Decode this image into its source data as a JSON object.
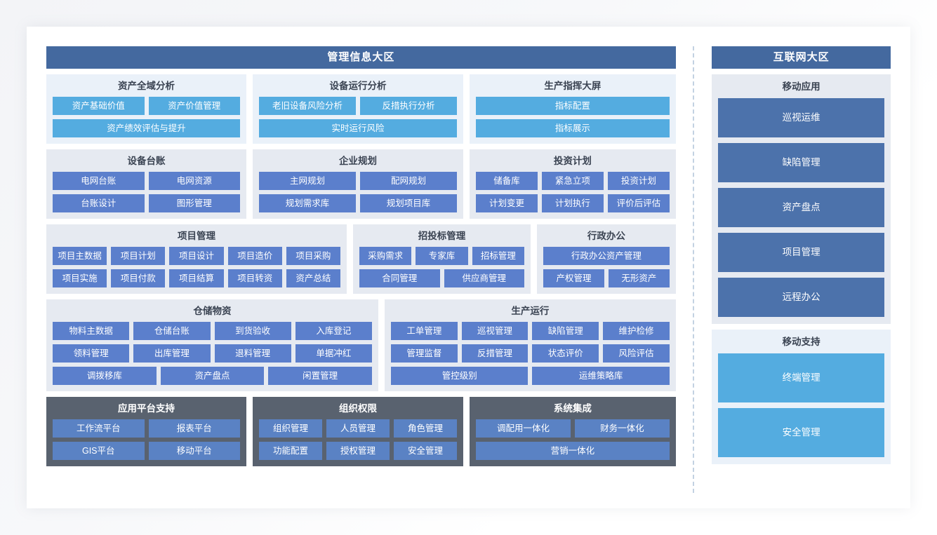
{
  "zones": {
    "left": {
      "banner": "管理信息大区",
      "groups": [
        {
          "name": "资产全域分析",
          "style": "tint",
          "rows": [
            [
              "资产基础价值",
              "资产价值管理"
            ],
            [
              "资产绩效评估与提升"
            ]
          ],
          "tile_color": "cyan"
        },
        {
          "name": "设备运行分析",
          "style": "tint",
          "rows": [
            [
              "老旧设备风险分析",
              "反措执行分析"
            ],
            [
              "实时运行风险"
            ]
          ],
          "tile_color": "cyan"
        },
        {
          "name": "生产指挥大屏",
          "style": "tint",
          "rows": [
            [
              "指标配置"
            ],
            [
              "指标展示"
            ]
          ],
          "tile_color": "cyan"
        },
        {
          "name": "设备台账",
          "style": "gray",
          "rows": [
            [
              "电网台账",
              "电网资源"
            ],
            [
              "台账设计",
              "图形管理"
            ]
          ],
          "tile_color": "blue"
        },
        {
          "name": "企业规划",
          "style": "gray",
          "rows": [
            [
              "主网规划",
              "配网规划"
            ],
            [
              "规划需求库",
              "规划项目库"
            ]
          ],
          "tile_color": "blue"
        },
        {
          "name": "投资计划",
          "style": "gray",
          "rows": [
            [
              "储备库",
              "紧急立项",
              "投资计划"
            ],
            [
              "计划变更",
              "计划执行",
              "评价后评估"
            ]
          ],
          "tile_color": "blue"
        },
        {
          "name": "项目管理",
          "style": "gray",
          "rows": [
            [
              "项目主数据",
              "项目计划",
              "项目设计",
              "项目造价",
              "项目采购"
            ],
            [
              "项目实施",
              "项目付款",
              "项目结算",
              "项目转资",
              "资产总结"
            ]
          ],
          "tile_color": "blue"
        },
        {
          "name": "招投标管理",
          "style": "gray",
          "rows": [
            [
              "采购需求",
              "专家库",
              "招标管理"
            ],
            [
              "合同管理",
              "供应商管理"
            ]
          ],
          "tile_color": "blue"
        },
        {
          "name": "行政办公",
          "style": "gray",
          "rows": [
            [
              "行政办公资产管理"
            ],
            [
              "产权管理",
              "无形资产"
            ]
          ],
          "tile_color": "blue"
        },
        {
          "name": "仓储物资",
          "style": "gray",
          "rows": [
            [
              "物料主数据",
              "仓储台账",
              "到货验收",
              "入库登记"
            ],
            [
              "领料管理",
              "出库管理",
              "退料管理",
              "单据冲红"
            ],
            [
              "调拨移库",
              "资产盘点",
              "闲置管理"
            ]
          ],
          "tile_color": "blue"
        },
        {
          "name": "生产运行",
          "style": "gray",
          "rows": [
            [
              "工单管理",
              "巡视管理",
              "缺陷管理",
              "维护检修"
            ],
            [
              "管理监督",
              "反措管理",
              "状态评价",
              "风险评估"
            ],
            [
              "管控级别",
              "运维策略库"
            ]
          ],
          "tile_color": "blue"
        },
        {
          "name": "应用平台支持",
          "style": "dark",
          "rows": [
            [
              "工作流平台",
              "报表平台"
            ],
            [
              "GIS平台",
              "移动平台"
            ]
          ],
          "tile_color": "blue2"
        },
        {
          "name": "组织权限",
          "style": "dark",
          "rows": [
            [
              "组织管理",
              "人员管理",
              "角色管理"
            ],
            [
              "功能配置",
              "授权管理",
              "安全管理"
            ]
          ],
          "tile_color": "blue2"
        },
        {
          "name": "系统集成",
          "style": "dark",
          "rows": [
            [
              "调配用一体化",
              "财务一体化"
            ],
            [
              "营销一体化"
            ]
          ],
          "tile_color": "blue2"
        }
      ]
    },
    "right": {
      "banner": "互联网大区",
      "groups": [
        {
          "name": "移动应用",
          "style": "gray",
          "tile_color": "blue",
          "tiles": [
            "巡视运维",
            "缺陷管理",
            "资产盘点",
            "项目管理",
            "远程办公"
          ]
        },
        {
          "name": "移动支持",
          "style": "tint",
          "tile_color": "cyan",
          "tiles": [
            "终端管理",
            "安全管理"
          ]
        }
      ]
    }
  },
  "colors": {
    "banner": "#44699f",
    "tile_cyan": "#54ace0",
    "tile_blue": "#5b7fcc",
    "tile_blue_dark_section": "#5a82c4",
    "card_tint": "#eaf1f9",
    "card_gray": "#e6eaf1",
    "card_dark": "#59626f",
    "divider_dash": "#c3d2e2",
    "title_text": "#3a4352",
    "page_bg": "#ffffff"
  }
}
